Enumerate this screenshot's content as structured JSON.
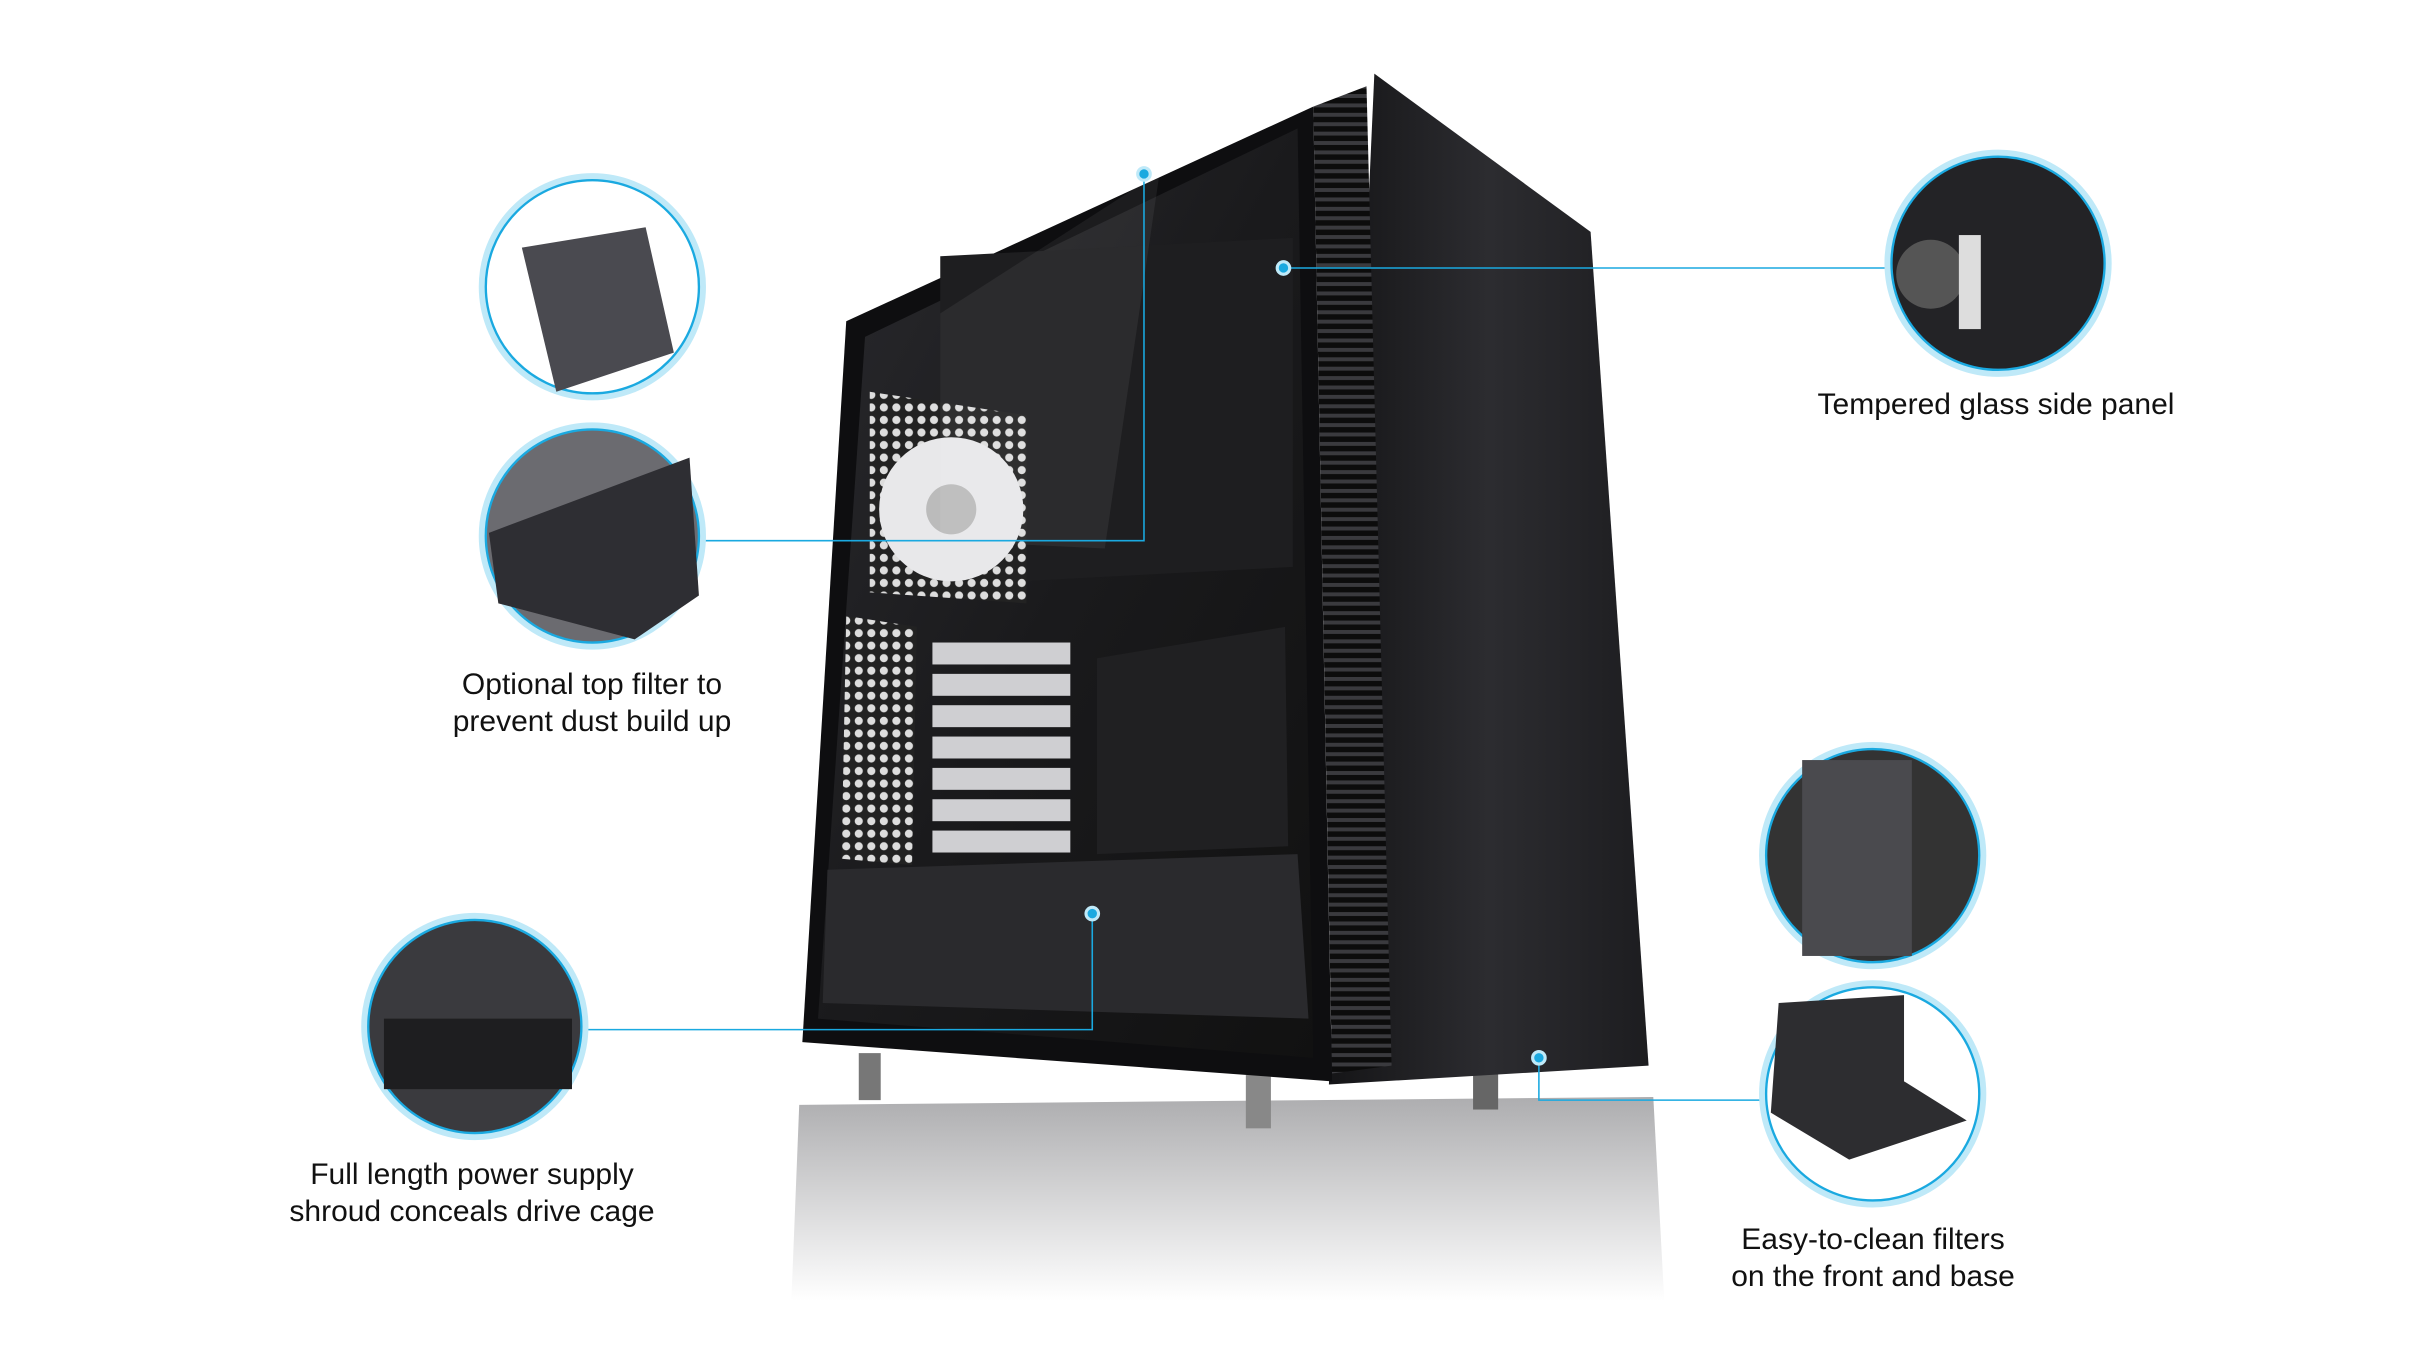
{
  "colors": {
    "accent": "#1aa9e0",
    "accent_glow": "#bfe9f8",
    "case": "#1c1c1e"
  },
  "features": [
    {
      "id": "tempered-glass",
      "lines": [
        "Tempered glass side panel"
      ]
    },
    {
      "id": "top-filter",
      "lines": [
        "Optional top filter to",
        "prevent dust build up"
      ]
    },
    {
      "id": "psu-shroud",
      "lines": [
        "Full length power supply",
        "shroud conceals drive cage"
      ]
    },
    {
      "id": "filters",
      "lines": [
        "Easy-to-clean filters",
        "on the front and base"
      ]
    }
  ]
}
